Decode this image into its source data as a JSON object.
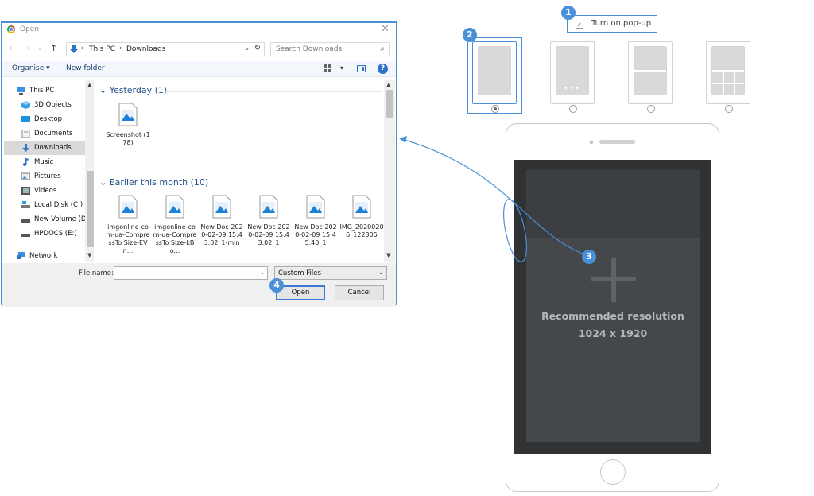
{
  "dialog": {
    "title": "Open",
    "address": {
      "root": "This PC",
      "folder": "Downloads"
    },
    "search_placeholder": "Search Downloads",
    "toolbar": {
      "organise": "Organise ▾",
      "new_folder": "New folder",
      "help": "?"
    },
    "nav_items": [
      {
        "label": "This PC",
        "icon": "pc-icon"
      },
      {
        "label": "3D Objects",
        "icon": "cube-icon"
      },
      {
        "label": "Desktop",
        "icon": "desktop-icon"
      },
      {
        "label": "Documents",
        "icon": "documents-icon"
      },
      {
        "label": "Downloads",
        "icon": "download-icon",
        "selected": true
      },
      {
        "label": "Music",
        "icon": "music-icon"
      },
      {
        "label": "Pictures",
        "icon": "pictures-icon"
      },
      {
        "label": "Videos",
        "icon": "videos-icon"
      },
      {
        "label": "Local Disk (C:)",
        "icon": "drive-icon"
      },
      {
        "label": "New Volume (D:",
        "icon": "drive-icon"
      },
      {
        "label": "HPDOCS (E:)",
        "icon": "drive-icon"
      },
      {
        "label": "Network",
        "icon": "network-icon"
      }
    ],
    "groups": [
      {
        "header": "Yesterday (1)",
        "files": [
          "Screenshot (178)"
        ]
      },
      {
        "header": "Earlier this month (10)",
        "files": [
          "imgonline-com-ua-CompressTo Size-EVn...",
          "imgonline-com-ua-CompressTo Size-kBo...",
          "New Doc 2020-02-09 15.43.02_1-min",
          "New Doc 2020-02-09 15.43.02_1",
          "New Doc 2020-02-09 15.45.40_1",
          "IMG_20200206_122305"
        ]
      }
    ],
    "file_name_label": "File name:",
    "file_name_value": "",
    "file_type": "Custom Files",
    "open_button": "Open",
    "cancel_button": "Cancel"
  },
  "popup": {
    "label": "Turn on pop-up",
    "checked": true
  },
  "layouts": [
    {
      "name": "single",
      "selected": true
    },
    {
      "name": "single-dots",
      "selected": false
    },
    {
      "name": "two-rows",
      "selected": false
    },
    {
      "name": "grid",
      "selected": false
    }
  ],
  "phone": {
    "recommended": "Recommended resolution",
    "resolution": "1024 x 1920"
  },
  "steps": [
    "1",
    "2",
    "3",
    "4"
  ],
  "colors": {
    "accent": "#4a90d9",
    "screen": "#303234",
    "panel": "#45484b"
  }
}
